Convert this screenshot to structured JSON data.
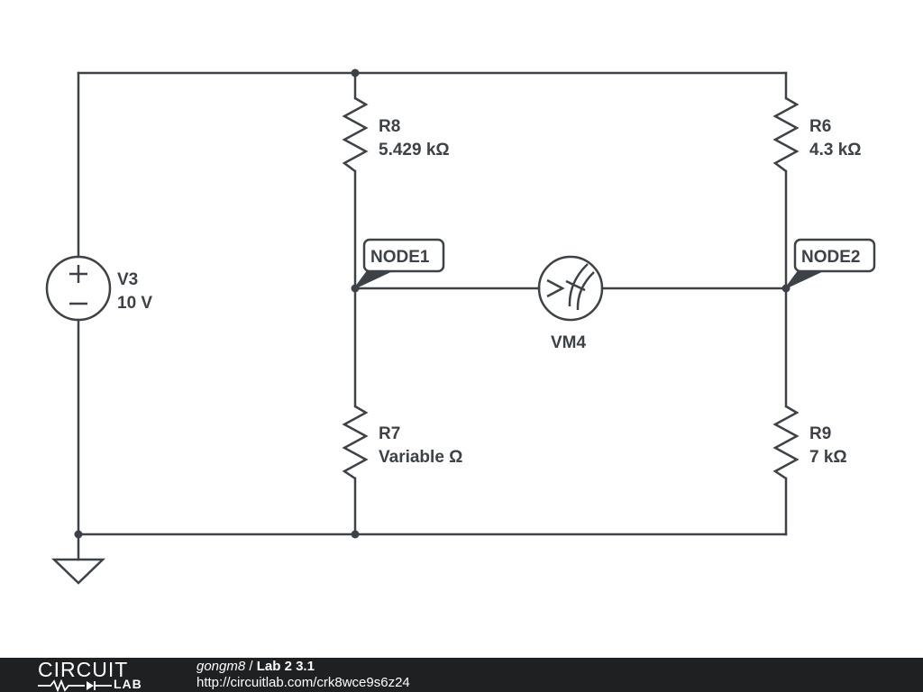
{
  "components": {
    "v3": {
      "name": "V3",
      "value": "10 V"
    },
    "r8": {
      "name": "R8",
      "value": "5.429 kΩ"
    },
    "r6": {
      "name": "R6",
      "value": "4.3 kΩ"
    },
    "r7": {
      "name": "R7",
      "value": "Variable Ω"
    },
    "r9": {
      "name": "R9",
      "value": "7 kΩ"
    },
    "vm4": {
      "name": "VM4"
    }
  },
  "nodes": {
    "node1": "NODE1",
    "node2": "NODE2"
  },
  "footer": {
    "logo_top": "CIRCUIT",
    "logo_bottom": "LAB",
    "author": "gongm8",
    "separator": "/",
    "title": "Lab 2 3.1",
    "url": "http://circuitlab.com/crk8wce9s6z24"
  },
  "colors": {
    "ink": "#3c4248",
    "footer_bg": "#1e2022",
    "background": "#ffffff"
  }
}
